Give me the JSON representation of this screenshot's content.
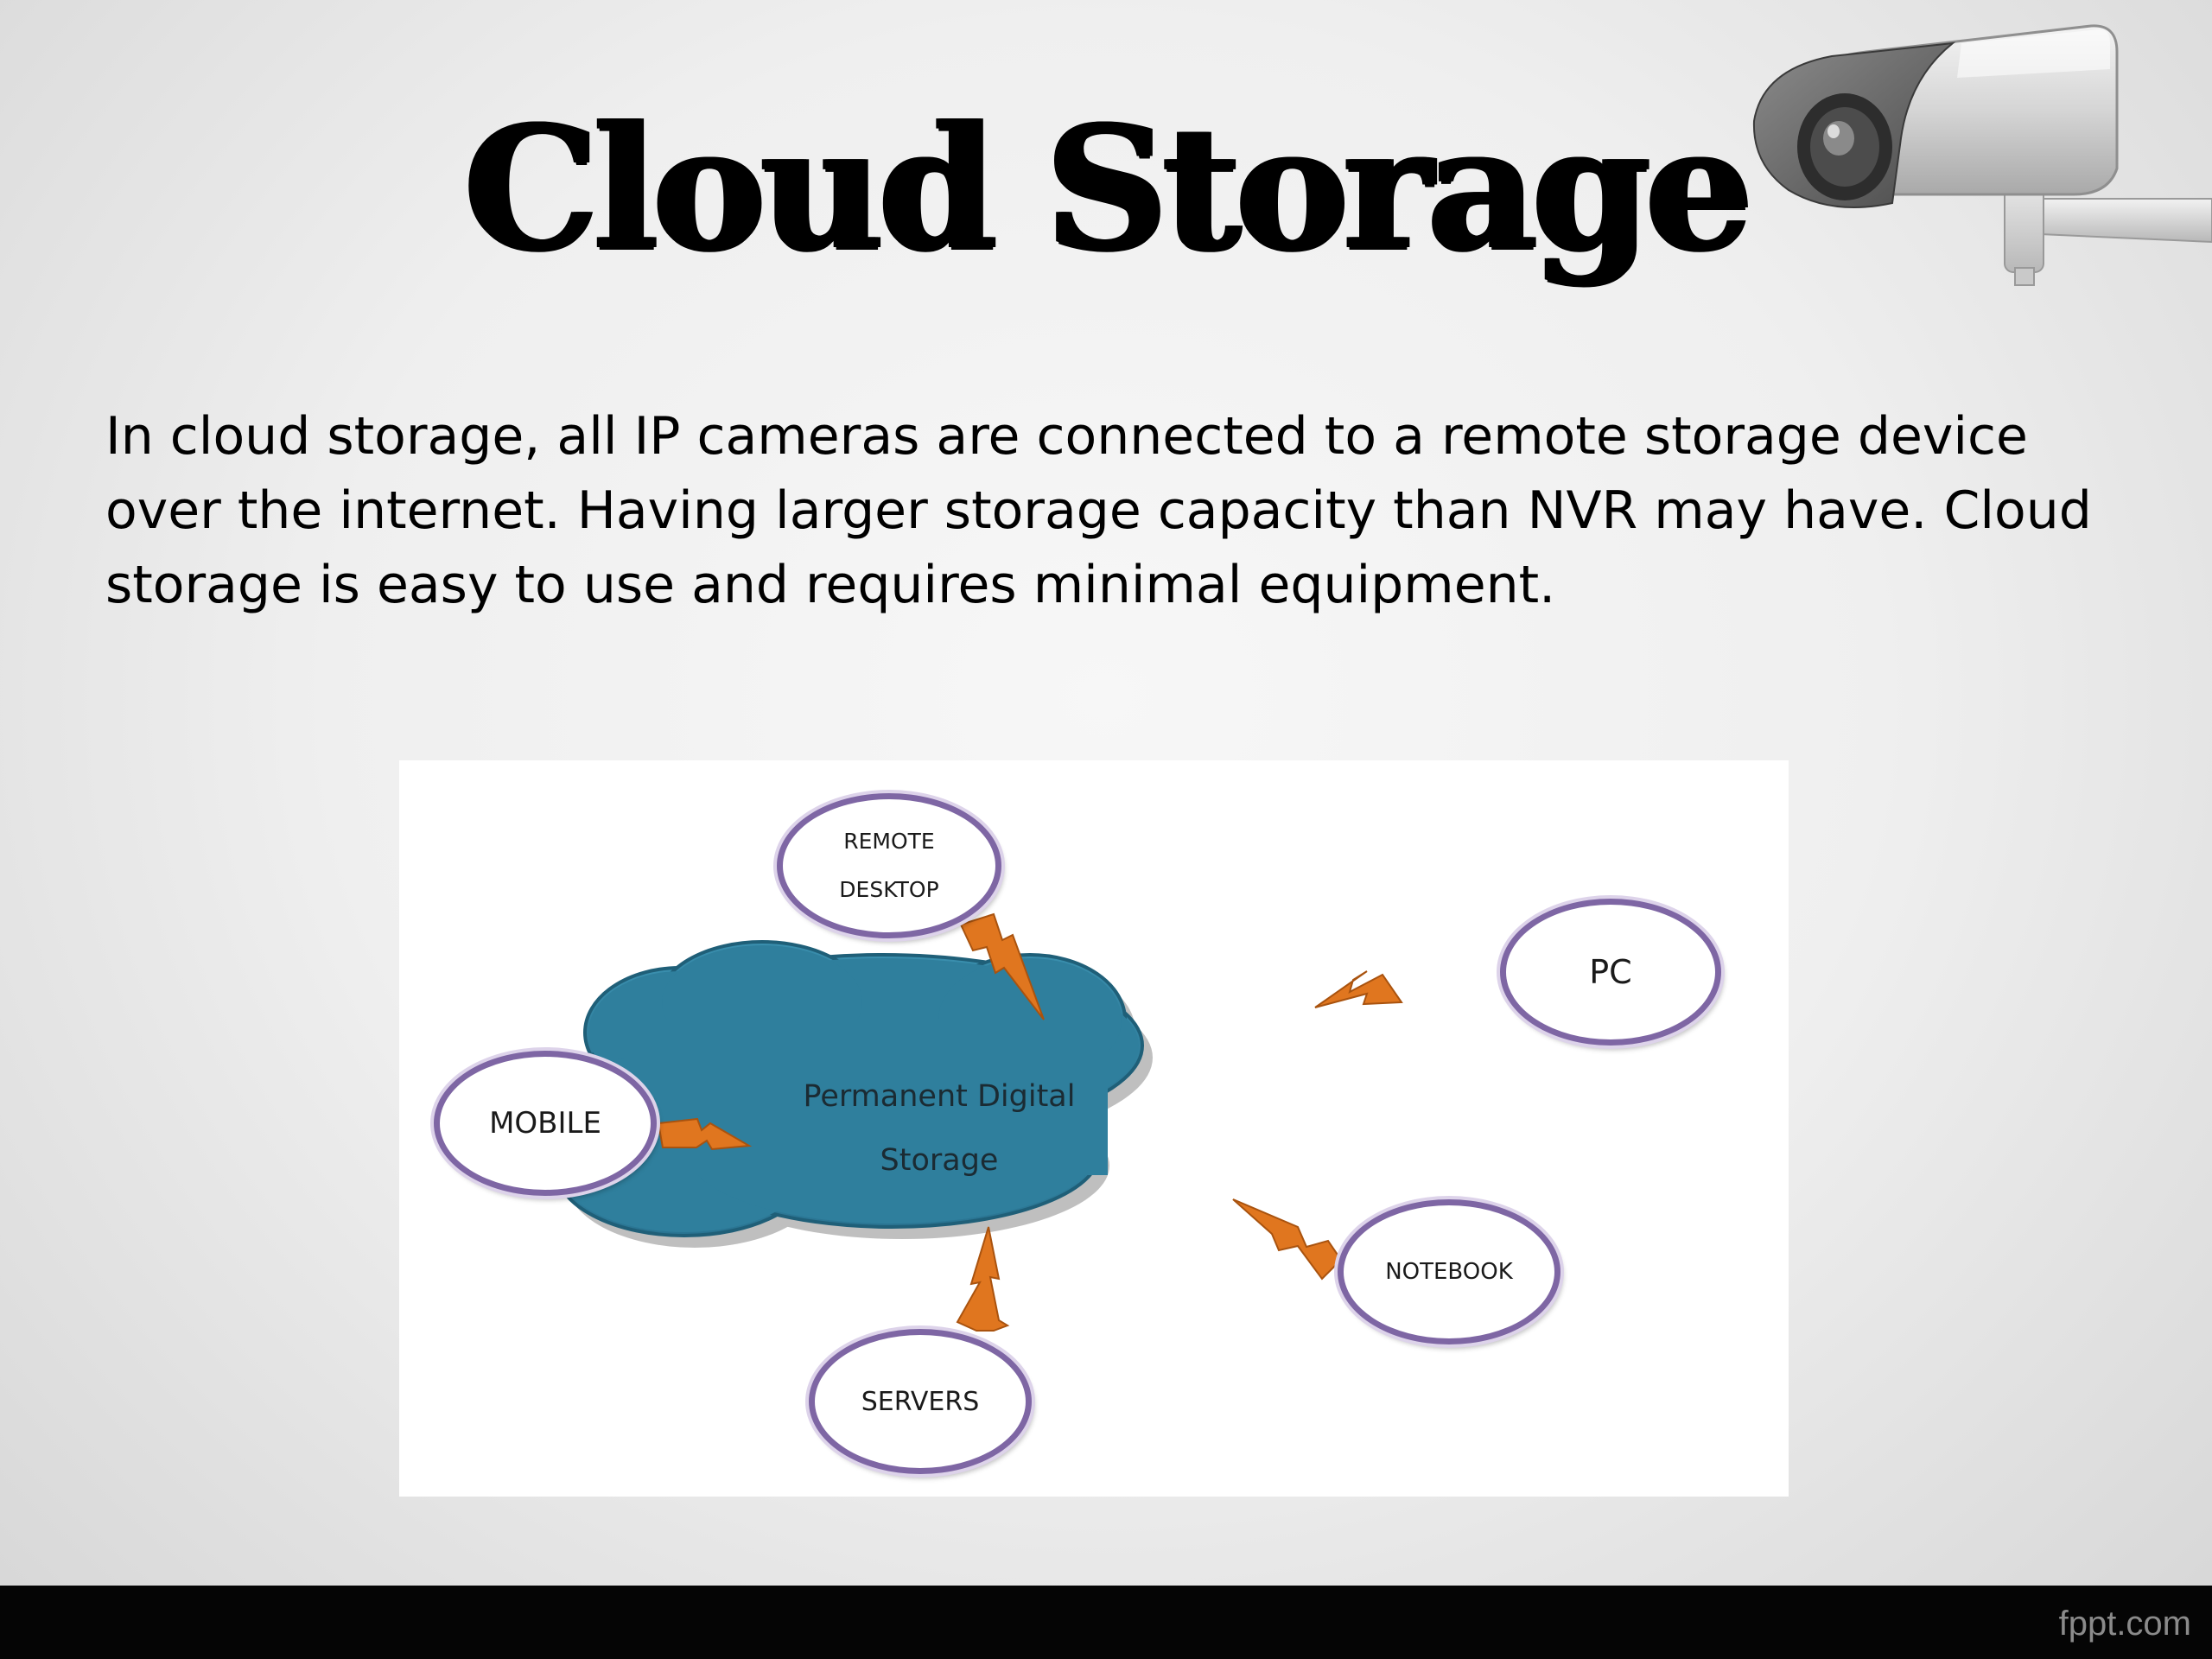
{
  "slide": {
    "title": "Cloud Storage",
    "body": "In cloud storage, all IP cameras are connected to a remote storage device over the internet. Having larger storage capacity than NVR may have. Cloud storage is easy to use and requires minimal equipment.",
    "camera_icon": "security-camera-icon"
  },
  "diagram": {
    "center": {
      "line1": "Permanent Digital",
      "line2": "Storage"
    },
    "nodes": {
      "remote_desktop": {
        "line1": "REMOTE",
        "line2": "DESKTOP"
      },
      "pc": "PC",
      "mobile": "MOBILE",
      "notebook": "NOTEBOOK",
      "servers": "SERVERS"
    },
    "colors": {
      "cloud": "#2f7f9d",
      "node_border": "#7e66a4",
      "bolt": "#e0761f"
    }
  },
  "footer": {
    "brand": "fppt.com"
  }
}
